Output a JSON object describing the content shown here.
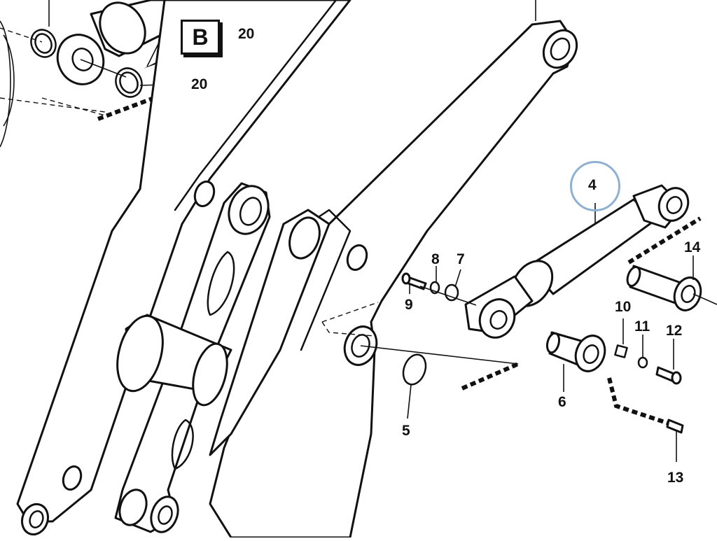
{
  "diagram": {
    "highlight_color": "#8fb0d3",
    "line_color": "#111111",
    "section_marker": "B",
    "callouts": {
      "c20a": "20",
      "c20b": "20",
      "c4": "4",
      "c8": "8",
      "c7": "7",
      "c9": "9",
      "c14": "14",
      "c10": "10",
      "c11": "11",
      "c12": "12",
      "c5": "5",
      "c6": "6",
      "c13": "13"
    },
    "highlighted_callout": "4"
  }
}
